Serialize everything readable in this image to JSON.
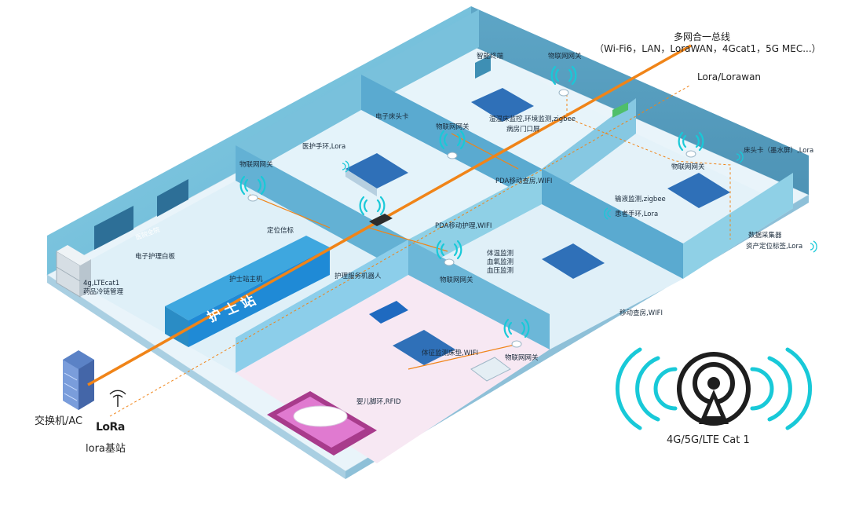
{
  "header": {
    "bus_title": "多网合一总线",
    "bus_protocols": "（Wi-Fi6，LAN，LoraWAN，4Gcat1，5G MEC...）",
    "lora_line": "Lora/Lorawan"
  },
  "bottom": {
    "switch_label": "交换机/AC",
    "lora_logo": "LoRa",
    "lora_station": "lora基站",
    "cellular": "4G/5G/LTE Cat 1"
  },
  "devices": {
    "smart_terminal": "智能终端",
    "iot_gw_top": "物联网网关",
    "bed_card_top": "电子床头卡",
    "iot_gw_ward1": "物联网网关",
    "wet_bed_monitor": "湿湿床监控,环境监测,zigbee",
    "door_screen": "病房门口屏",
    "bed_card_eink": "床头卡（墨水屏）,Lora",
    "medical_band": "医护手环,Lora",
    "iot_gw_left": "物联网网关",
    "iot_gw_right": "物联网网关",
    "pda_ward": "PDA移动查房,WIFI",
    "infusion": "输液监测,zigbee",
    "patient_band": "患者手环,Lora",
    "station_screen": "医院全院",
    "position_beacon": "定位信标",
    "pda_nursing": "PDA移动护理,WIFI",
    "data_collector": "数据采集器",
    "asset_tag": "资产定位标签,Lora",
    "whiteboard": "电子护理白板",
    "station_host": "护士站主机",
    "robot": "护理服务机器人",
    "temp_monitor": "体温监测",
    "spo2_monitor": "血氧监测",
    "bp_monitor": "血压监测",
    "iot_gw_mid": "物联网网关",
    "fridge": "4g,LTEcat1",
    "fridge2": "药品冷链管理",
    "mobile_round": "移动查房,WIFI",
    "vital_mattress": "体征监测床垫,WIFI",
    "iot_gw_bottom": "物联网网关",
    "baby_band": "婴儿脚环,RFID",
    "desk_sign": "护士站"
  },
  "colors": {
    "bus": "#f08418",
    "floor": "#d9edf6",
    "wall": "#7cc3dd",
    "wifi": "#18c9d8",
    "dark": "#1e1e1e"
  }
}
